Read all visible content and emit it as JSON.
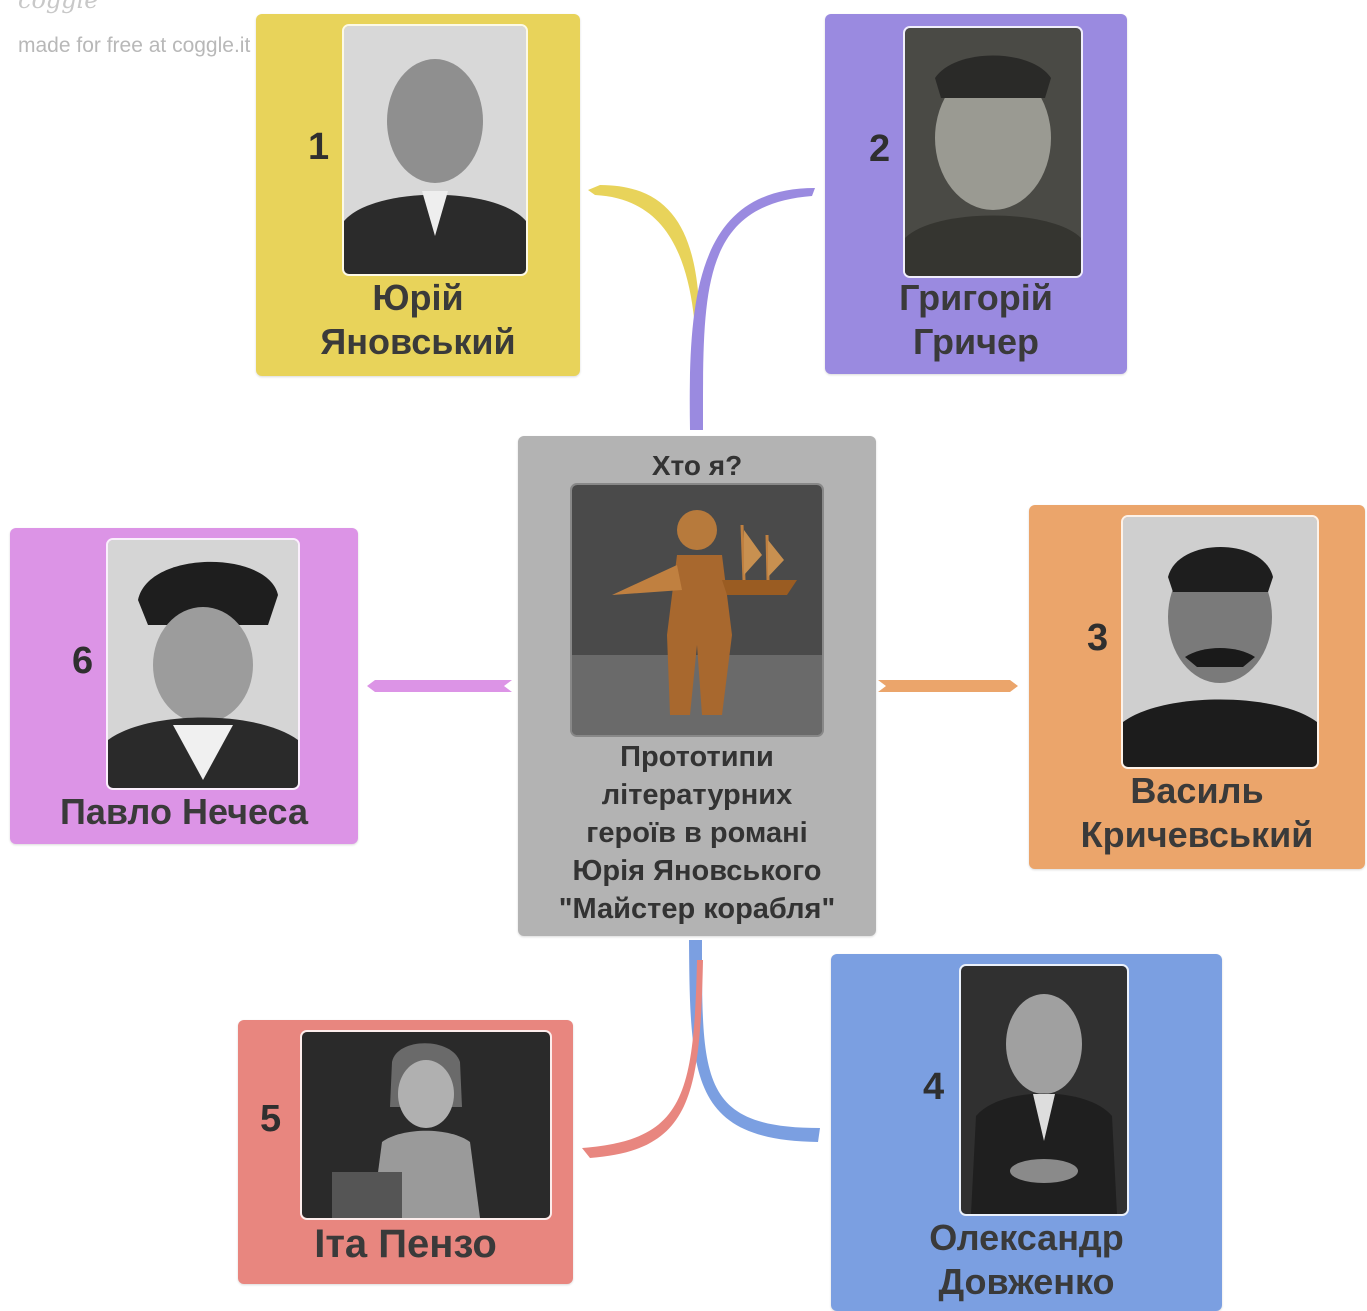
{
  "watermark": {
    "logo": "coggle",
    "text": "made for free at coggle.it"
  },
  "center": {
    "title": "Хто я?",
    "text_lines": [
      "Прототипи",
      "літературних",
      "героїв в романі",
      "Юрія Яновського",
      "\"Майстер корабля\""
    ],
    "color": "#b3b3b3"
  },
  "nodes": [
    {
      "number": "1",
      "name_lines": [
        "Юрій",
        "Яновський"
      ],
      "color": "#e8d35a",
      "portrait": "portrait-photo"
    },
    {
      "number": "2",
      "name_lines": [
        "Григорій",
        "Гричер"
      ],
      "color": "#9a8ae0",
      "portrait": "portrait-photo"
    },
    {
      "number": "3",
      "name_lines": [
        "Василь",
        "Кричевський"
      ],
      "color": "#eba56b",
      "portrait": "portrait-photo"
    },
    {
      "number": "4",
      "name_lines": [
        "Олександр",
        "Довженко"
      ],
      "color": "#7b9fe1",
      "portrait": "portrait-photo"
    },
    {
      "number": "5",
      "name_lines": [
        "Іта Пензо"
      ],
      "color": "#e8867f",
      "portrait": "portrait-photo"
    },
    {
      "number": "6",
      "name_lines": [
        "Павло Нечеса"
      ],
      "color": "#dc94e6",
      "portrait": "portrait-photo"
    }
  ]
}
